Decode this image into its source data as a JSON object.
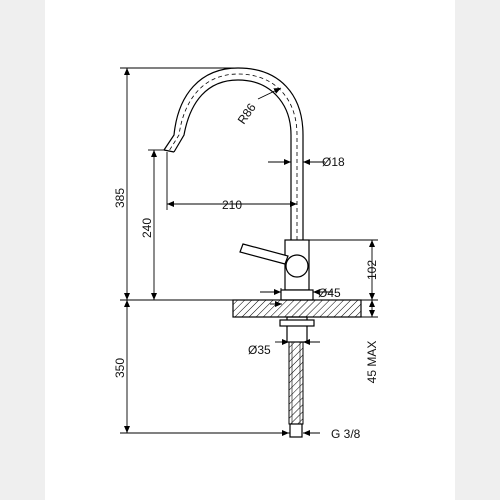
{
  "drawing": {
    "title": "",
    "dimensions": {
      "total_height": "385",
      "spout_height": "240",
      "reach": "210",
      "spout_radius": "R86",
      "spout_diameter": "Ø18",
      "lever_height": "102",
      "base_diameter": "Ø45",
      "hole_diameter": "Ø35",
      "hose_length": "350",
      "max_deck_thickness": "45 MAX",
      "connection_thread": "G 3/8"
    },
    "colors": {
      "line": "#000000",
      "sheet": "#ffffff",
      "margin": "#efefef"
    }
  }
}
